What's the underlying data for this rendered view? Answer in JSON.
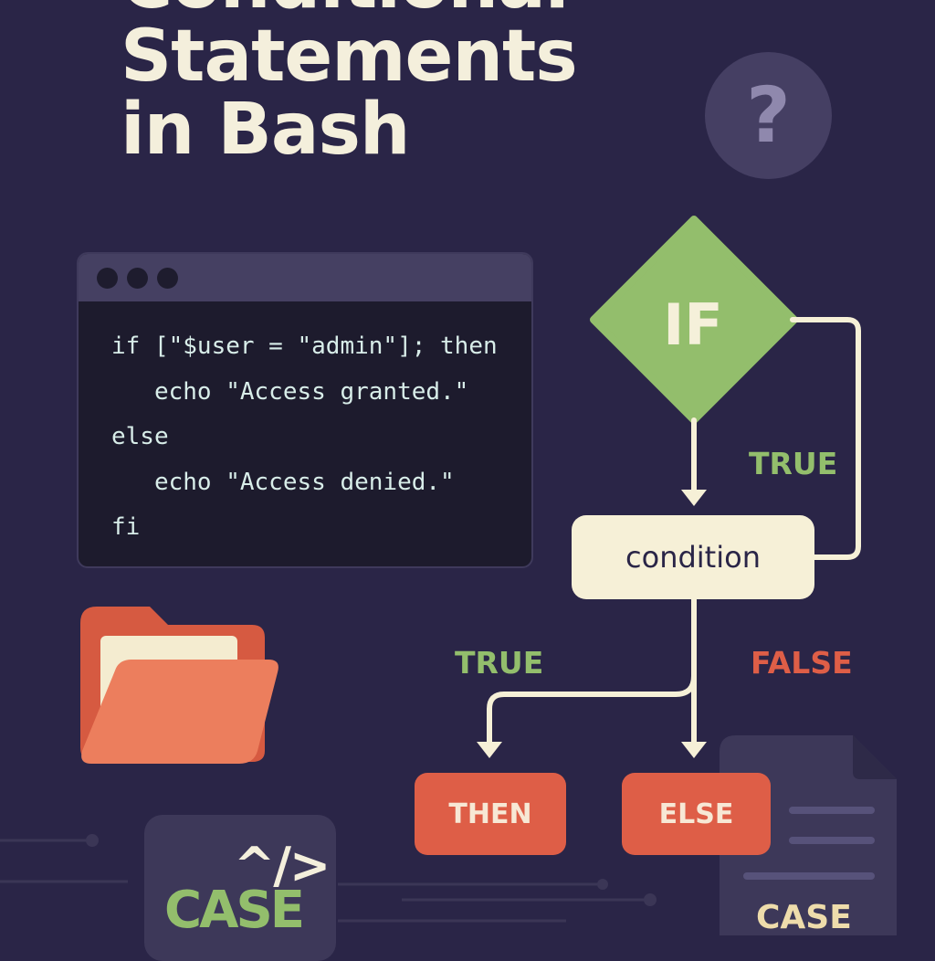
{
  "title": {
    "line1": "Conditional",
    "line2": "Statements",
    "line3": "in Bash"
  },
  "help_badge": {
    "glyph": "?",
    "icon": "question-mark-icon"
  },
  "terminal": {
    "code_lines": [
      "if [\"$user = \"admin\"]; then",
      "   echo \"Access granted.\"",
      "else",
      "   echo \"Access denied.\"",
      "fi"
    ]
  },
  "flowchart": {
    "decision": "IF",
    "condition": "condition",
    "branch_true_top": "TRUE",
    "branch_true": "TRUE",
    "branch_false": "FALSE",
    "then": "THEN",
    "else": "ELSE"
  },
  "case_tile": {
    "glyph": "^/>",
    "word": "CASE"
  },
  "case_doc": {
    "label": "CASE"
  },
  "colors": {
    "background": "#2a2547",
    "cream": "#f6f0d7",
    "green": "#93be6c",
    "red_orange": "#de5e47",
    "folder": "#e9795a",
    "terminal_bg": "#1d1b2d"
  }
}
